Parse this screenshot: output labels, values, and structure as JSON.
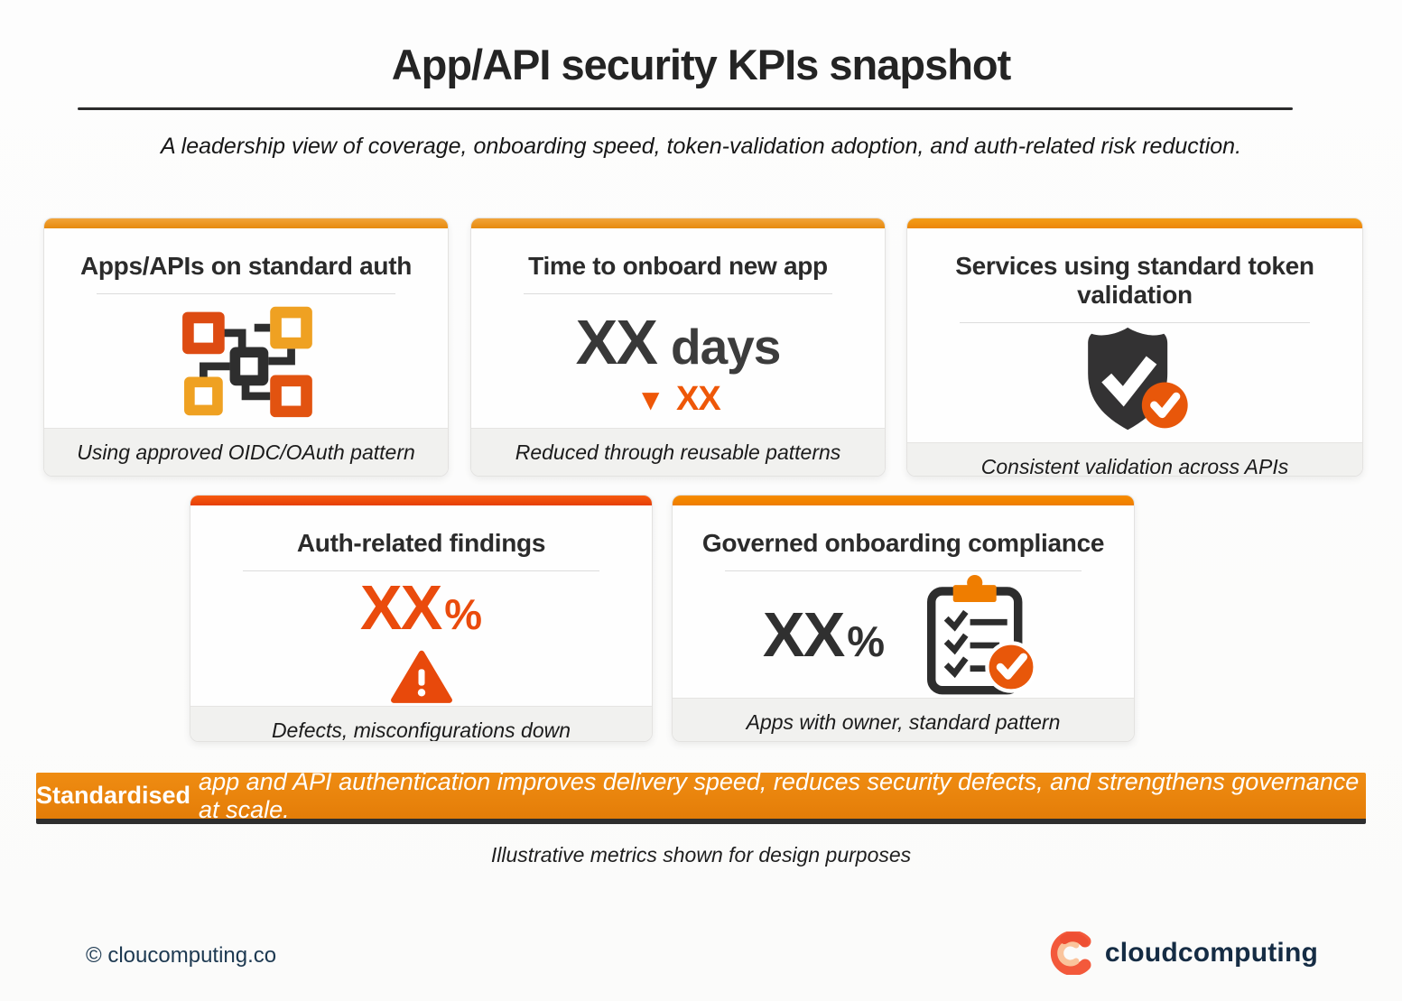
{
  "page": {
    "title": "App/API security KPIs snapshot",
    "subtitle": "A leadership view of coverage, onboarding speed, token-validation adoption, and auth-related risk reduction.",
    "disclaimer": "Illustrative metrics shown for design purposes"
  },
  "banner": {
    "lead": "Standardised",
    "rest": "app and API authentication improves delivery speed, reduces security defects, and strengthens governance at scale."
  },
  "footer": {
    "copyright": "© cloucomputing.co",
    "brand": "cloudcomputing"
  },
  "cards": [
    {
      "title": "Apps/APIs on standard auth",
      "icon": "network-nodes-icon",
      "footer": "Using approved OIDC/OAuth pattern",
      "accent_from": "#F2A43A",
      "accent_to": "#E68A0F"
    },
    {
      "title": "Time to onboard new app",
      "metric_value": "XX",
      "metric_unit": "days",
      "delta_marker": "▼",
      "delta_value": "XX",
      "delta_color": "#EE5708",
      "footer": "Reduced through reusable patterns",
      "accent_from": "#F2A43A",
      "accent_to": "#E68A0F"
    },
    {
      "title": "Services using standard token validation",
      "icon": "shield-check-icon",
      "footer": "Consistent validation across APIs",
      "accent_from": "#F49D17",
      "accent_to": "#EC860A"
    },
    {
      "title": "Auth-related findings",
      "metric_value": "XX",
      "metric_unit": "%",
      "metric_color": "#EA4B0D",
      "icon": "warning-triangle-icon",
      "footer": "Defects, misconfigurations down",
      "accent_from": "#F75B10",
      "accent_to": "#E63E06"
    },
    {
      "title": "Governed onboarding compliance",
      "metric_value": "XX",
      "metric_unit": "%",
      "icon": "clipboard-check-icon",
      "footer": "Apps with owner, standard pattern",
      "accent_from": "#F78C00",
      "accent_to": "#EE7D00"
    }
  ],
  "colors": {
    "banner_from": "#EF8C12",
    "banner_to": "#E47D08",
    "banner_border": "#2E2E2E",
    "badge_orange": "#E8570A",
    "node_red": "#DD4B12",
    "node_amber": "#EFA122",
    "icon_dark": "#2F2F2F",
    "brand_coral": "#F3593B",
    "brand_peach": "#FAC49C",
    "brand_navy": "#152C44"
  }
}
